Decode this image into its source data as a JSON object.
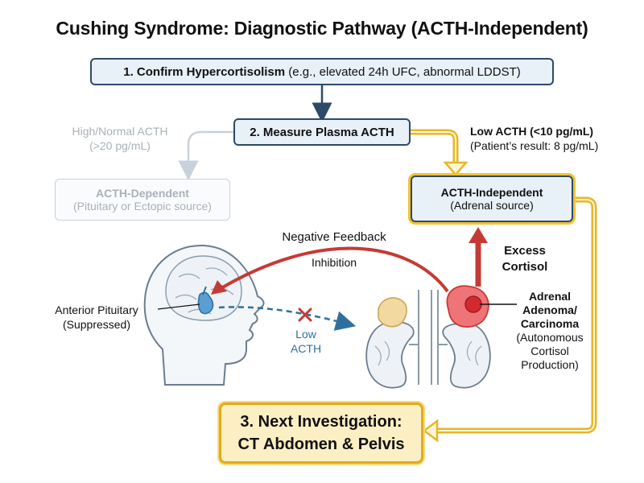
{
  "title": "Cushing Syndrome: Diagnostic Pathway (ACTH-Independent)",
  "step1": {
    "bold": "1. Confirm Hypercortisolism",
    "rest": " (e.g., elevated 24h UFC, abnormal LDDST)"
  },
  "step2": {
    "label": "2. Measure Plasma ACTH"
  },
  "high_branch": {
    "line1": "High/Normal ACTH",
    "line2": "(>20 pg/mL)"
  },
  "dependent": {
    "title": "ACTH-Dependent",
    "subtitle": "(Pituitary or Ectopic source)"
  },
  "low_branch": {
    "line1": "Low ACTH (<10 pg/mL)",
    "line2": "(Patient’s result: 8 pg/mL)"
  },
  "independent": {
    "title": "ACTH-Independent",
    "subtitle": "(Adrenal source)"
  },
  "feedback": {
    "line1": "Negative Feedback",
    "line2": "Inhibition"
  },
  "excess": {
    "line1": "Excess",
    "line2": "Cortisol"
  },
  "pituitary": {
    "line1": "Anterior Pituitary",
    "line2": "(Suppressed)"
  },
  "low_acth": {
    "line1": "Low",
    "line2": "ACTH"
  },
  "adenoma": {
    "line1": "Adrenal",
    "line2": "Adenoma/",
    "line3": "Carcinoma",
    "line4": "(Autonomous",
    "line5": "Cortisol",
    "line6": "Production)"
  },
  "step3": {
    "line1": "3. Next Investigation:",
    "line2": "CT Abdomen & Pelvis"
  },
  "icons": [
    "head-brain-icon",
    "pituitary-icon",
    "kidney-left-icon",
    "kidney-right-icon",
    "adrenal-tumor-icon",
    "x-mark-icon"
  ],
  "colors": {
    "navy": "#2d4a68",
    "gold": "#e8b623",
    "red": "#c63a35",
    "blue": "#2f6f9e",
    "faded": "#c8d2dc",
    "box_fill": "#e8f0f8",
    "step3_fill": "#fcefc4"
  }
}
